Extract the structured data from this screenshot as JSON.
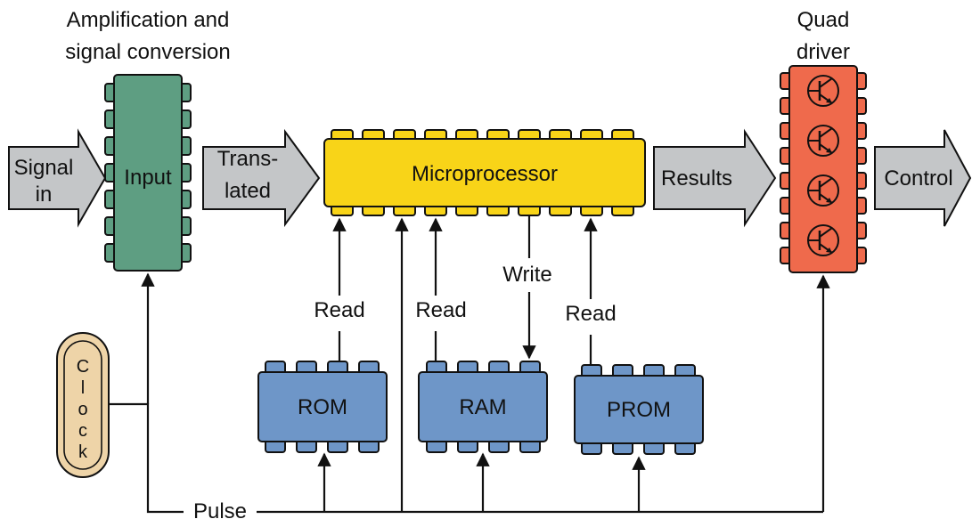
{
  "header": {
    "amp_line1": "Amplification and",
    "amp_line2": "signal conversion",
    "quad_line1": "Quad",
    "quad_line2": "driver"
  },
  "arrows": {
    "signal_in_line1": "Signal",
    "signal_in_line2": "in",
    "translated_line1": "Trans-",
    "translated_line2": "lated",
    "results": "Results",
    "control": "Control"
  },
  "chips": {
    "input": "Input",
    "microprocessor": "Microprocessor",
    "rom": "ROM",
    "ram": "RAM",
    "prom": "PROM"
  },
  "wires": {
    "read_rom": "Read",
    "read_ram": "Read",
    "write_ram": "Write",
    "read_prom": "Read",
    "pulse": "Pulse"
  },
  "clock": {
    "letters": [
      "C",
      "l",
      "o",
      "c",
      "k"
    ]
  },
  "colors": {
    "input_chip": "#5e9e82",
    "microprocessor_chip": "#f8d418",
    "memory_chip": "#6e96c8",
    "driver_chip": "#ef6a4c",
    "arrow_fill": "#c4c6c8",
    "clock_fill": "#eed4a8"
  },
  "icons": {
    "transistor": "transistor-icon"
  }
}
